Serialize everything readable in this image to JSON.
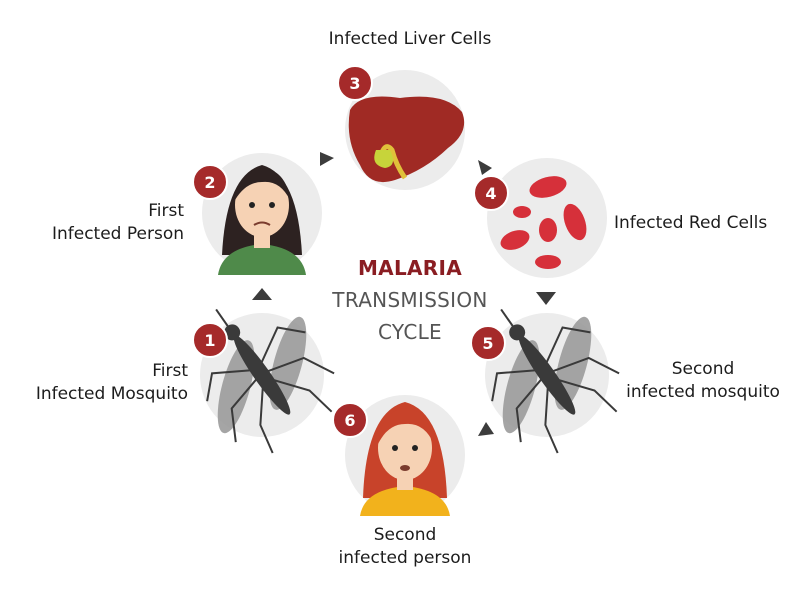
{
  "title": {
    "line1": "MALARIA",
    "line2": "TRANSMISSION",
    "line3": "CYCLE"
  },
  "stages": [
    {
      "number": "1",
      "label_lines": [
        "First",
        "Infected Mosquito"
      ],
      "icon": "mosquito-icon"
    },
    {
      "number": "2",
      "label_lines": [
        "First",
        "Infected Person"
      ],
      "icon": "woman-dark-hair-icon"
    },
    {
      "number": "3",
      "label_lines": [
        "Infected Liver Cells"
      ],
      "icon": "liver-icon"
    },
    {
      "number": "4",
      "label_lines": [
        "Infected Red Cells"
      ],
      "icon": "red-blood-cells-icon"
    },
    {
      "number": "5",
      "label_lines": [
        "Second",
        "infected mosquito"
      ],
      "icon": "mosquito-icon"
    },
    {
      "number": "6",
      "label_lines": [
        "Second",
        "infected person"
      ],
      "icon": "woman-red-hair-icon"
    }
  ],
  "colors": {
    "badge": "#a52a2a",
    "circle_bg": "#ececec",
    "liver": "#a02a24",
    "blood_cell": "#d6303a",
    "mosquito_body": "#3a3a3a",
    "mosquito_wing": "#9b9b9b",
    "arrow": "#3c3c3c",
    "title_accent": "#8a1d22",
    "shirt_green": "#4f8a4a",
    "shirt_yellow": "#f2b21c",
    "hair_dark": "#2d2221",
    "hair_red": "#c8432a"
  }
}
